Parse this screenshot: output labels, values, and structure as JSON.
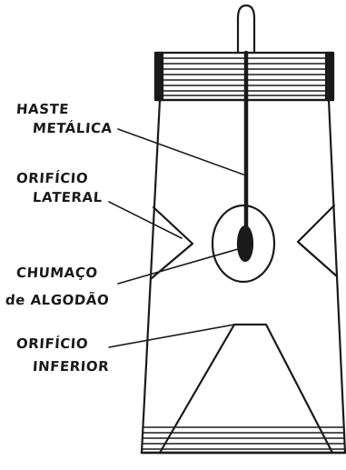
{
  "labels": {
    "haste_1": "HASTE",
    "haste_2": "METÁLICA",
    "orificio_lateral_1": "ORIFÍCIO",
    "orificio_lateral_2": "LATERAL",
    "chumaco_1": "CHUMAÇO",
    "chumaco_2": "de ALGODÃO",
    "orificio_inferior_1": "ORIFÍCIO",
    "orificio_inferior_2": "INFERIOR"
  },
  "colors": {
    "ink": "#1a1a1a",
    "paper": "#ffffff"
  }
}
